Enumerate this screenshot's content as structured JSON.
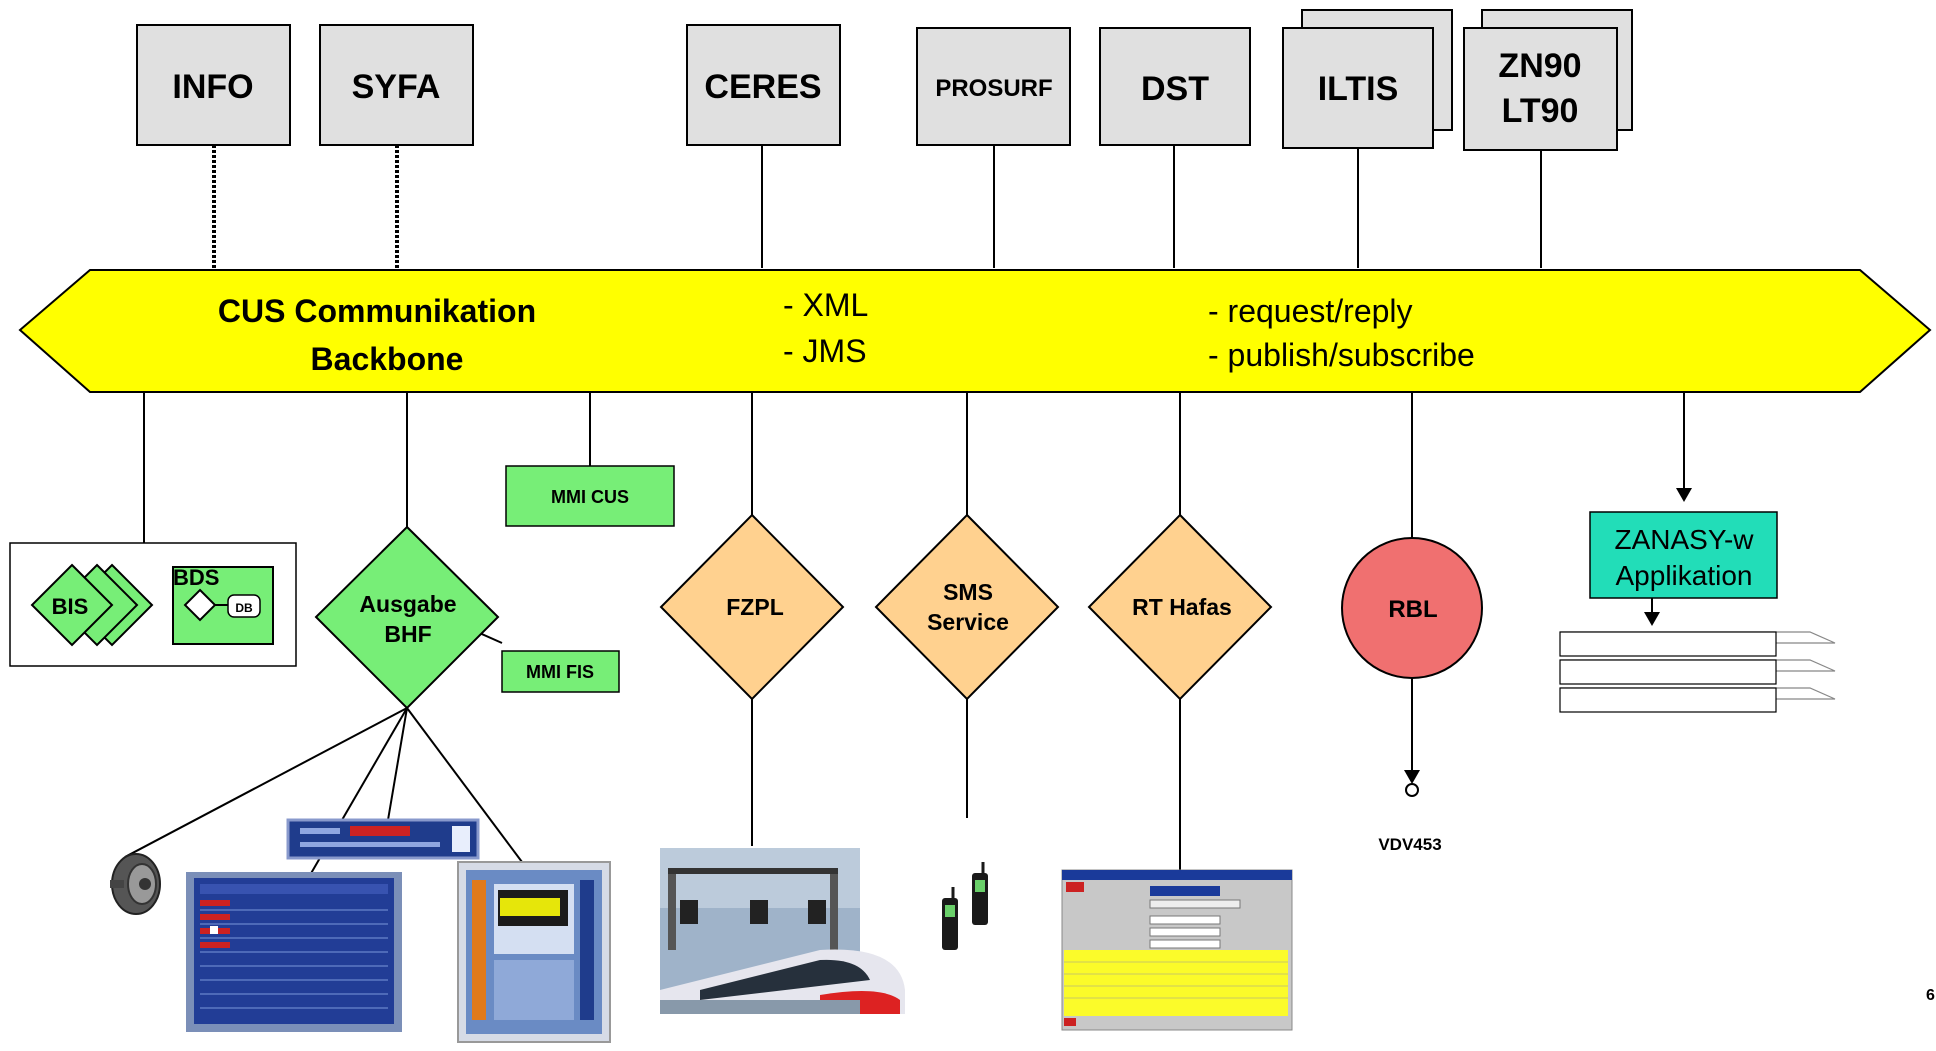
{
  "systems_top": {
    "info": "INFO",
    "syfa": "SYFA",
    "ceres": "CERES",
    "prosurf": "PROSURF",
    "dst": "DST",
    "iltis": "ILTIS",
    "zn90_line1": "ZN90",
    "zn90_line2": "LT90"
  },
  "backbone": {
    "title_line1": "CUS Communikation",
    "title_line2": "Backbone",
    "protocols": [
      "- XML",
      "- JMS"
    ],
    "patterns": [
      "- request/reply",
      "- publish/subscribe"
    ]
  },
  "bottom": {
    "bis": "BIS",
    "bds": "BDS",
    "db": "DB",
    "mmi_cus": "MMI CUS",
    "ausgabe_line1": "Ausgabe",
    "ausgabe_line2": "BHF",
    "mmi_fis": "MMI FIS",
    "fzpl": "FZPL",
    "sms_line1": "SMS",
    "sms_line2": "Service",
    "rt_hafas": "RT Hafas",
    "rbl": "RBL",
    "vdv": "VDV453",
    "zanasy_line1": "ZANASY-w",
    "zanasy_line2": "Applikation"
  },
  "page_number": "6",
  "colors": {
    "system_box": "#e0e0e0",
    "backbone": "#ffff00",
    "green": "#77ee77",
    "orange": "#ffd18f",
    "rbl": "#f07070",
    "zanasy": "#22ddb8",
    "panel_blue": "#203a8a"
  }
}
